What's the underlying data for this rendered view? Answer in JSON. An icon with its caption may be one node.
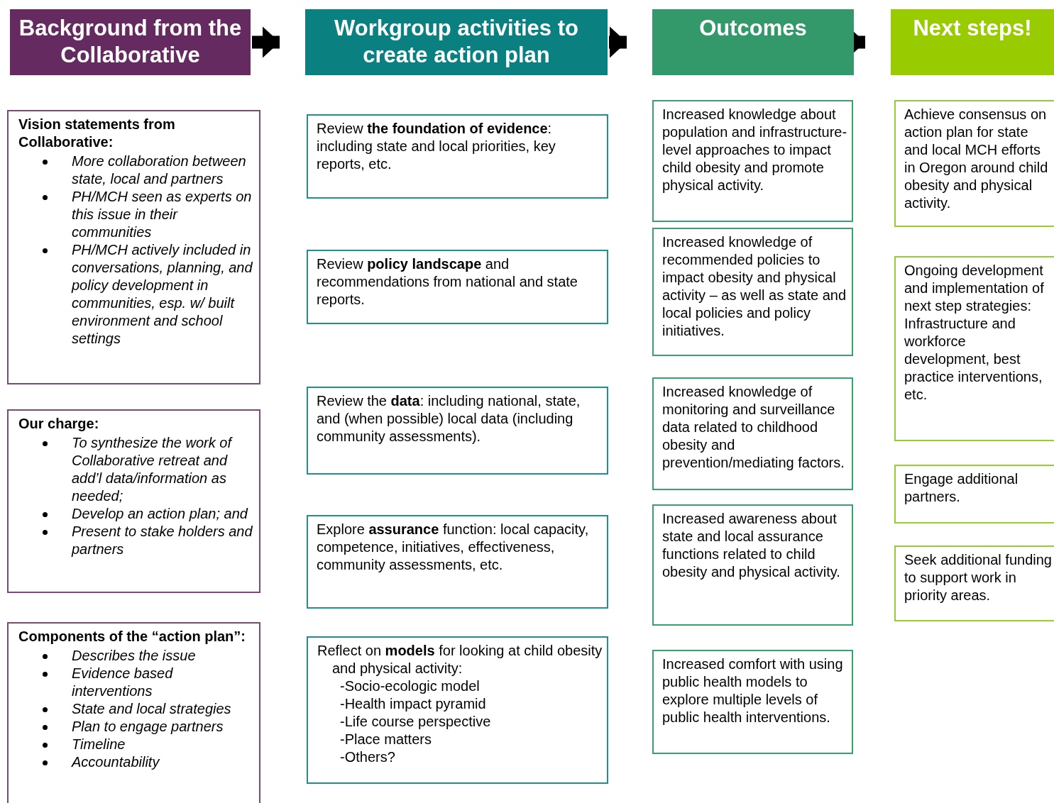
{
  "diagram": {
    "nodes": [
      {
        "text": [
          "Background from the Collaborative"
        ]
      },
      {
        "text": [
          "Workgroup activities to create action plan"
        ]
      },
      {
        "text": [
          "Outcomes"
        ]
      },
      {
        "text": [
          "Next steps!"
        ]
      },
      {
        "text": [
          "Vision statements from Collaborative:",
          "More collaboration between state, local and partners",
          "PH/MCH seen as experts on this issue in their communities",
          "PH/MCH actively included in conversations, planning, and policy development in communities, esp. w/ built environment and school settings"
        ]
      },
      {
        "text": [
          "Our charge:",
          "To synthesize the work of Collaborative retreat and add’l data/information as needed;",
          "Develop an action plan; and",
          "Present to stake holders and partners"
        ]
      },
      {
        "text": [
          "Components of the “action plan”:",
          "Describes the issue",
          "Evidence based interventions",
          "State and local strategies",
          "Plan to engage partners",
          "Timeline",
          "Accountability"
        ]
      },
      {
        "text": [
          "Review **the foundation of evidence**: including state and local priorities, key reports, etc."
        ]
      },
      {
        "text": [
          "Review **policy landscape** and recommendations from national and state reports."
        ]
      },
      {
        "text": [
          "Review the **data**:  including national, state, and (when possible) local data (including community assessments)."
        ]
      },
      {
        "text": [
          "Explore **assurance** function:  local capacity, competence, initiatives, effectiveness, community assessments, etc."
        ]
      },
      {
        "text": [
          "Reflect on **models** for looking at child obesity and physical activity:",
          "-Socio-ecologic model",
          "-Health impact pyramid",
          "-Life course perspective",
          "-Place matters",
          "-Others?"
        ]
      },
      {
        "text": [
          "Increased knowledge about population and infrastructure-level approaches to impact child obesity and promote physical activity."
        ]
      },
      {
        "text": [
          "Increased knowledge of recommended policies to impact obesity and physical activity – as well as state and local policies and policy initiatives."
        ]
      },
      {
        "text": [
          "Increased knowledge of monitoring and surveillance data related to childhood obesity and prevention/mediating factors."
        ]
      },
      {
        "text": [
          "Increased awareness about state and local assurance functions related to child obesity and physical activity."
        ]
      },
      {
        "text": [
          "Increased comfort with using public health models to explore multiple levels of public health interventions."
        ]
      },
      {
        "text": [
          "Achieve consensus on action plan for state and local MCH efforts in Oregon around child obesity and physical activity."
        ]
      },
      {
        "text": [
          "Ongoing development and implementation of next step strategies: Infrastructure and workforce development, best practice interventions, etc."
        ]
      },
      {
        "text": [
          "Engage additional partners."
        ]
      },
      {
        "text": [
          "Seek additional funding to support work in priority areas."
        ]
      }
    ],
    "edges": [
      {
        "from": 0,
        "to": 1,
        "arrow": "to"
      },
      {
        "from": 1,
        "to": 2,
        "arrow": "to"
      },
      {
        "from": 2,
        "to": 3,
        "arrow": "to"
      }
    ]
  }
}
